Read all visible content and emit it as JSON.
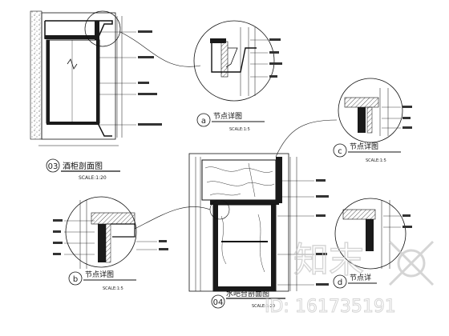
{
  "drawing": {
    "section_03": {
      "number": "03",
      "title": "酒柜剖面图",
      "scale": "SCALE:1:20"
    },
    "section_04": {
      "number": "04",
      "title": "水吧台剖面图",
      "scale": "SCALE:1:20"
    }
  },
  "details": {
    "a": {
      "marker": "a",
      "title": "节点详图",
      "scale": "SCALE:1:5"
    },
    "b": {
      "marker": "b",
      "title": "节点详图",
      "scale": "SCALE:1:5"
    },
    "c": {
      "marker": "c",
      "title": "节点详图",
      "scale": "SCALE:1:5"
    },
    "d": {
      "marker": "d",
      "title": "节点详"
    }
  },
  "watermark": {
    "site_text": "知末",
    "id_text": "ID: 161735191"
  },
  "colors": {
    "line": "#111111",
    "fill_dark": "#1a1a1a",
    "hatch": "#555555",
    "watermark": "#c8c8c8"
  }
}
